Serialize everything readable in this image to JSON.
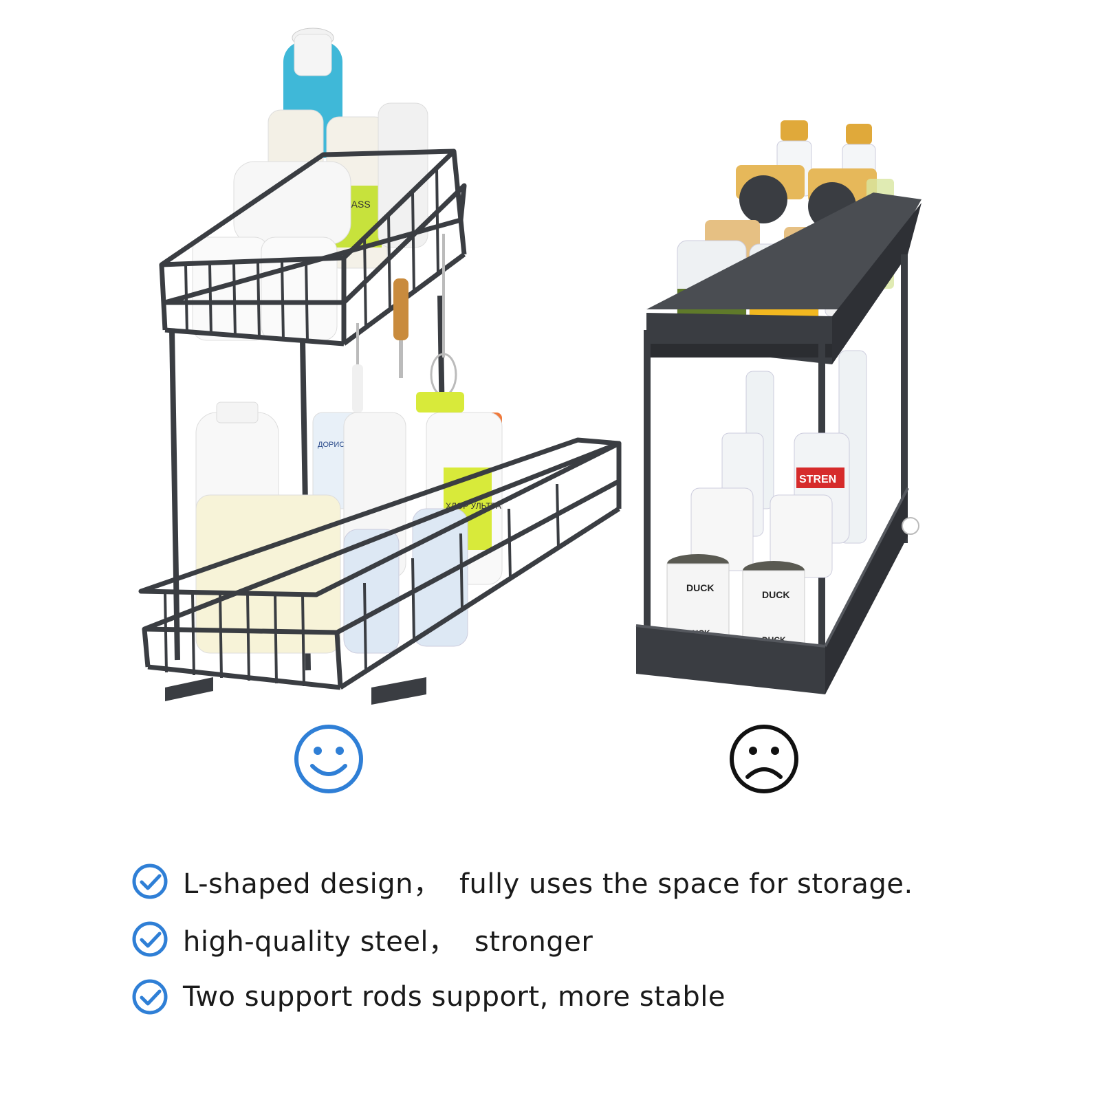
{
  "products": [
    {
      "name": "l-shaped-pull-out-organizer",
      "verdict": "good",
      "labels": {
        "glass_cleaner": "GLASS",
        "bottle_a": "ДОРИСЕПТ СОФТ ГЕЛЬ",
        "bottle_b": "ХЛОР УЛЬТРА"
      }
    },
    {
      "name": "standard-two-tier-organizer",
      "verdict": "bad",
      "labels": {
        "can1": "DUCK",
        "can2": "DUCK",
        "can3": "DUCK",
        "can4": "DUCK",
        "bottle": "STREN"
      }
    }
  ],
  "faces": {
    "happy_color": "#2f7fd6",
    "sad_color": "#111111"
  },
  "colors": {
    "check": "#2f7fd6",
    "metal": "#3a3d42",
    "text": "#1a1a1a"
  },
  "features": [
    {
      "icon": "check-circle-icon",
      "text": "L-shaped design，  fully uses the space for storage."
    },
    {
      "icon": "check-circle-icon",
      "text": "high-quality steel，  stronger"
    },
    {
      "icon": "check-circle-icon",
      "text": "Two support rods support, more stable"
    }
  ]
}
